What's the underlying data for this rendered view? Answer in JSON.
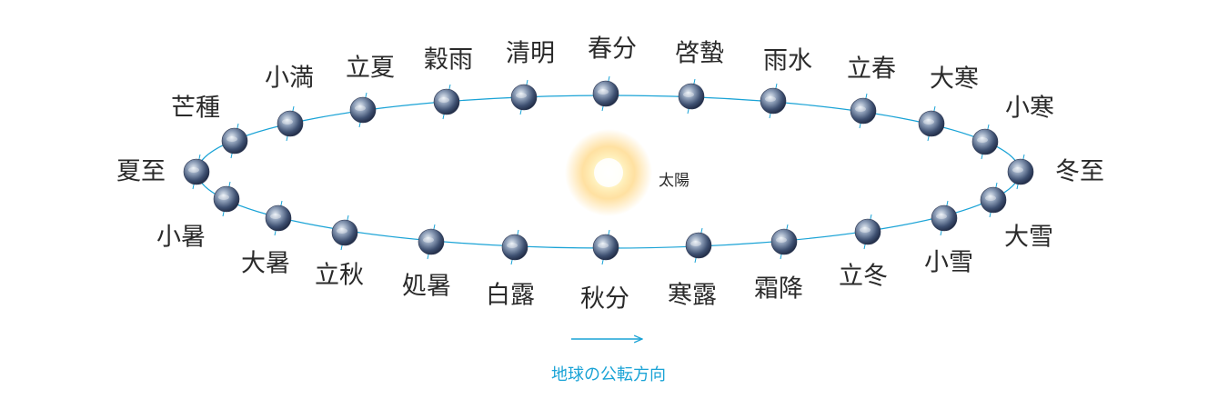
{
  "sun": {
    "label": "太陽"
  },
  "direction": {
    "label": "地球の公転方向"
  },
  "colors": {
    "orbit": "#1aa3d6",
    "text": "#2a2a2a",
    "earth_ocean": "#4a5d80",
    "earth_light": "#dbe4ee"
  },
  "terms": [
    "冬至",
    "小寒",
    "大寒",
    "立春",
    "雨水",
    "啓蟄",
    "春分",
    "清明",
    "穀雨",
    "立夏",
    "小満",
    "芒種",
    "夏至",
    "小暑",
    "大暑",
    "立秋",
    "処暑",
    "白露",
    "秋分",
    "寒露",
    "霜降",
    "立冬",
    "小雪",
    "大雪"
  ]
}
